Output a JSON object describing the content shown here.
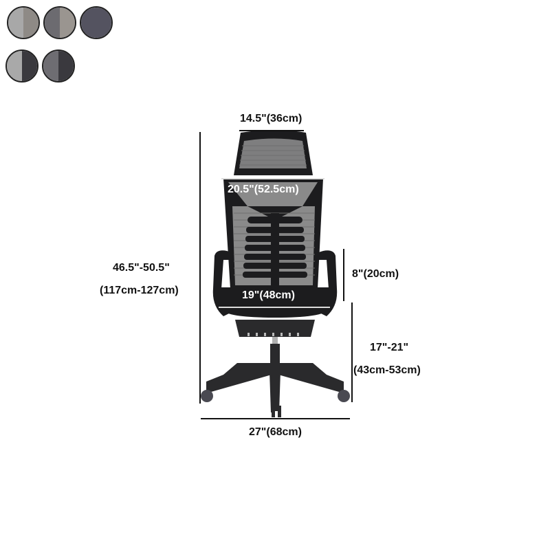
{
  "swatches": [
    {
      "left": "#a8a8a8",
      "right": "#8e8a86"
    },
    {
      "left": "#6c6b70",
      "right": "#9a9590"
    },
    {
      "left": "#545360",
      "right": "#545360"
    },
    {
      "left": "#a9a9a9",
      "right": "#3a393e"
    },
    {
      "left": "#6e6d72",
      "right": "#3a393e"
    }
  ],
  "dimensions": {
    "headrest_width": "14.5\"(36cm)",
    "back_width": "20.5\"(52.5cm)",
    "total_height_in": "46.5\"-50.5\"",
    "total_height_cm": "(117cm-127cm)",
    "armrest_height": "8\"(20cm)",
    "seat_width": "19\"(48cm)",
    "seat_height_in": "17\"-21\"",
    "seat_height_cm": "(43cm-53cm)",
    "base_width": "27\"(68cm)"
  },
  "colors": {
    "frame": "#1c1c1e",
    "mesh": "#8a8a8a",
    "wheel": "#4a4a52"
  }
}
